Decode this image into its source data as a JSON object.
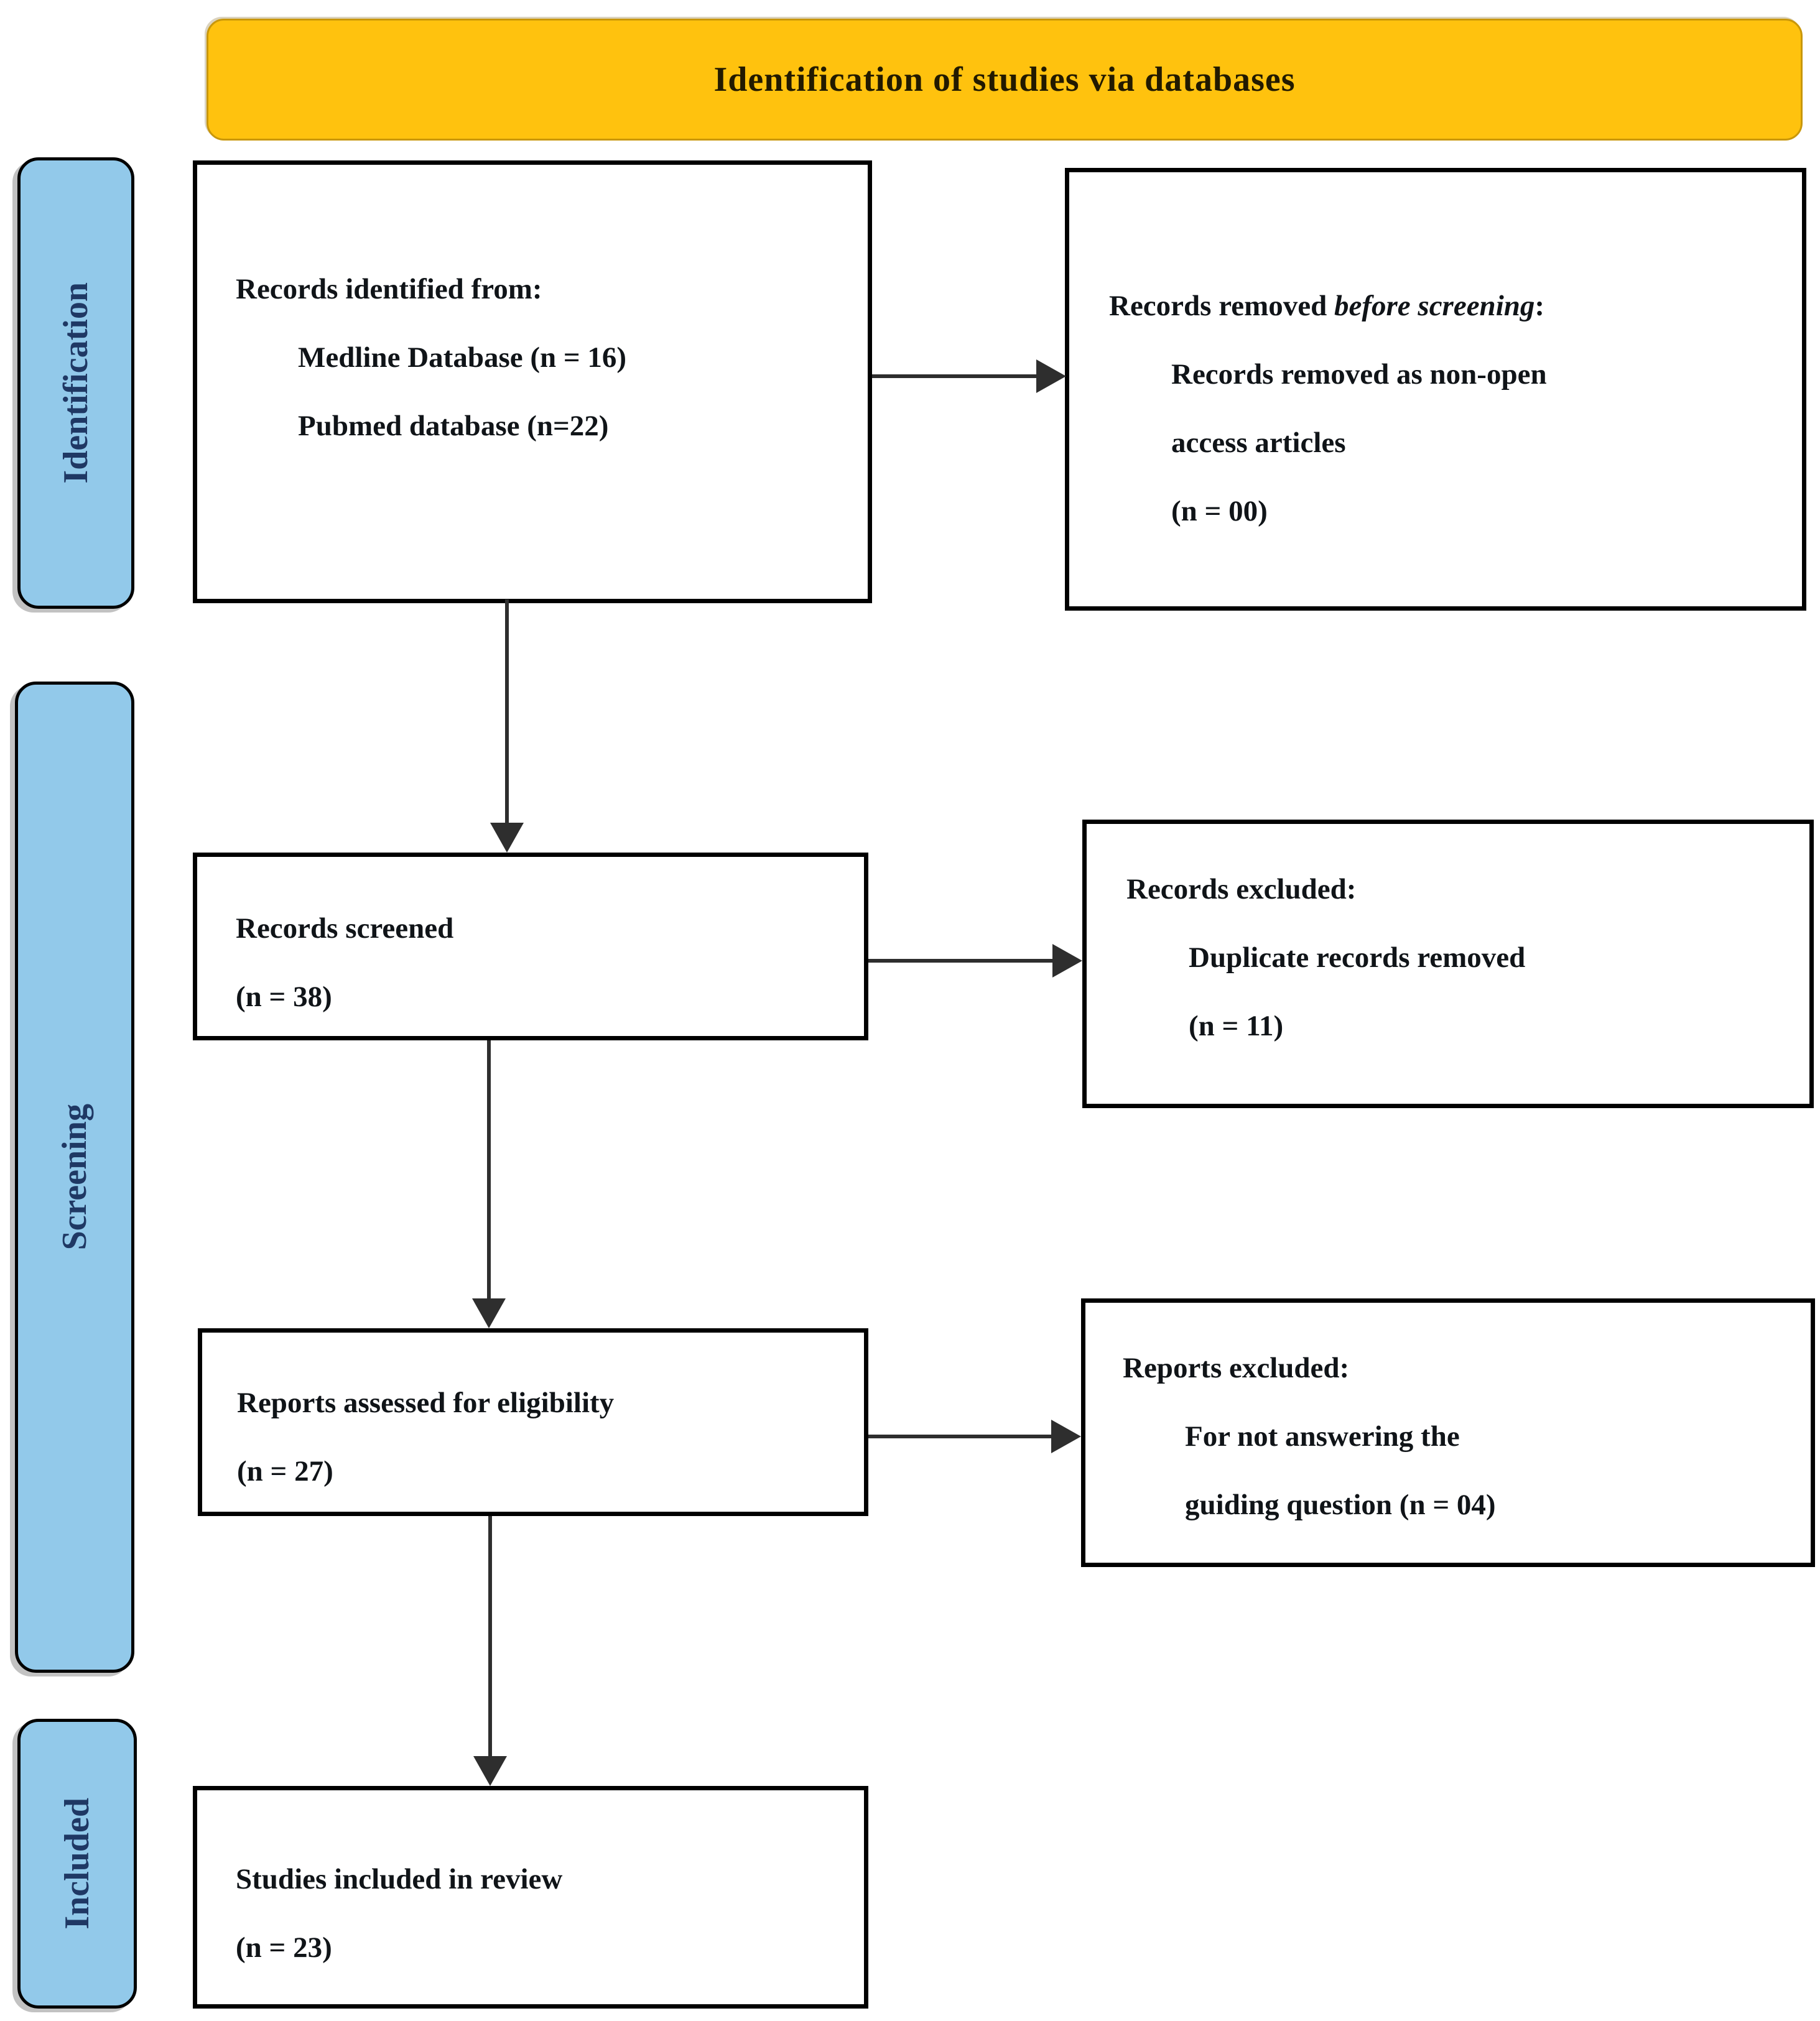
{
  "banner": {
    "title": "Identification of studies via databases"
  },
  "stages": {
    "identification": "Identification",
    "screening": "Screening",
    "included": "Included"
  },
  "boxes": {
    "records_identified": {
      "line1": "Records identified from:",
      "line2": "Medline Database (n = 16)",
      "line3": "Pubmed database (n=22)"
    },
    "records_removed": {
      "line1_prefix": "Records removed ",
      "line1_italic": "before screening",
      "line1_suffix": ":",
      "line2": "Records removed as non-open",
      "line3": "access articles",
      "line4": "(n = 00)"
    },
    "records_screened": {
      "line1": "Records screened",
      "line2": "(n = 38)"
    },
    "records_excluded": {
      "line1": "Records excluded:",
      "line2": "Duplicate records removed",
      "line3": "(n = 11)"
    },
    "reports_assessed": {
      "line1": "Reports assessed for eligibility",
      "line2": "(n = 27)"
    },
    "reports_excluded": {
      "line1": "Reports excluded:",
      "line2": "For not answering the",
      "line3": "guiding question (n = 04)"
    },
    "studies_included": {
      "line1": "Studies included in review",
      "line2": "(n = 23)"
    }
  },
  "colors": {
    "banner_bg": "#FFC20E",
    "banner_text": "#221a00",
    "stage_bg": "#92C9EA",
    "stage_border": "#000000",
    "stage_text": "#1F3864",
    "box_bg": "#FFFFFF",
    "box_border": "#000000",
    "box_text": "#101418",
    "arrow": "#2E2E2E"
  }
}
